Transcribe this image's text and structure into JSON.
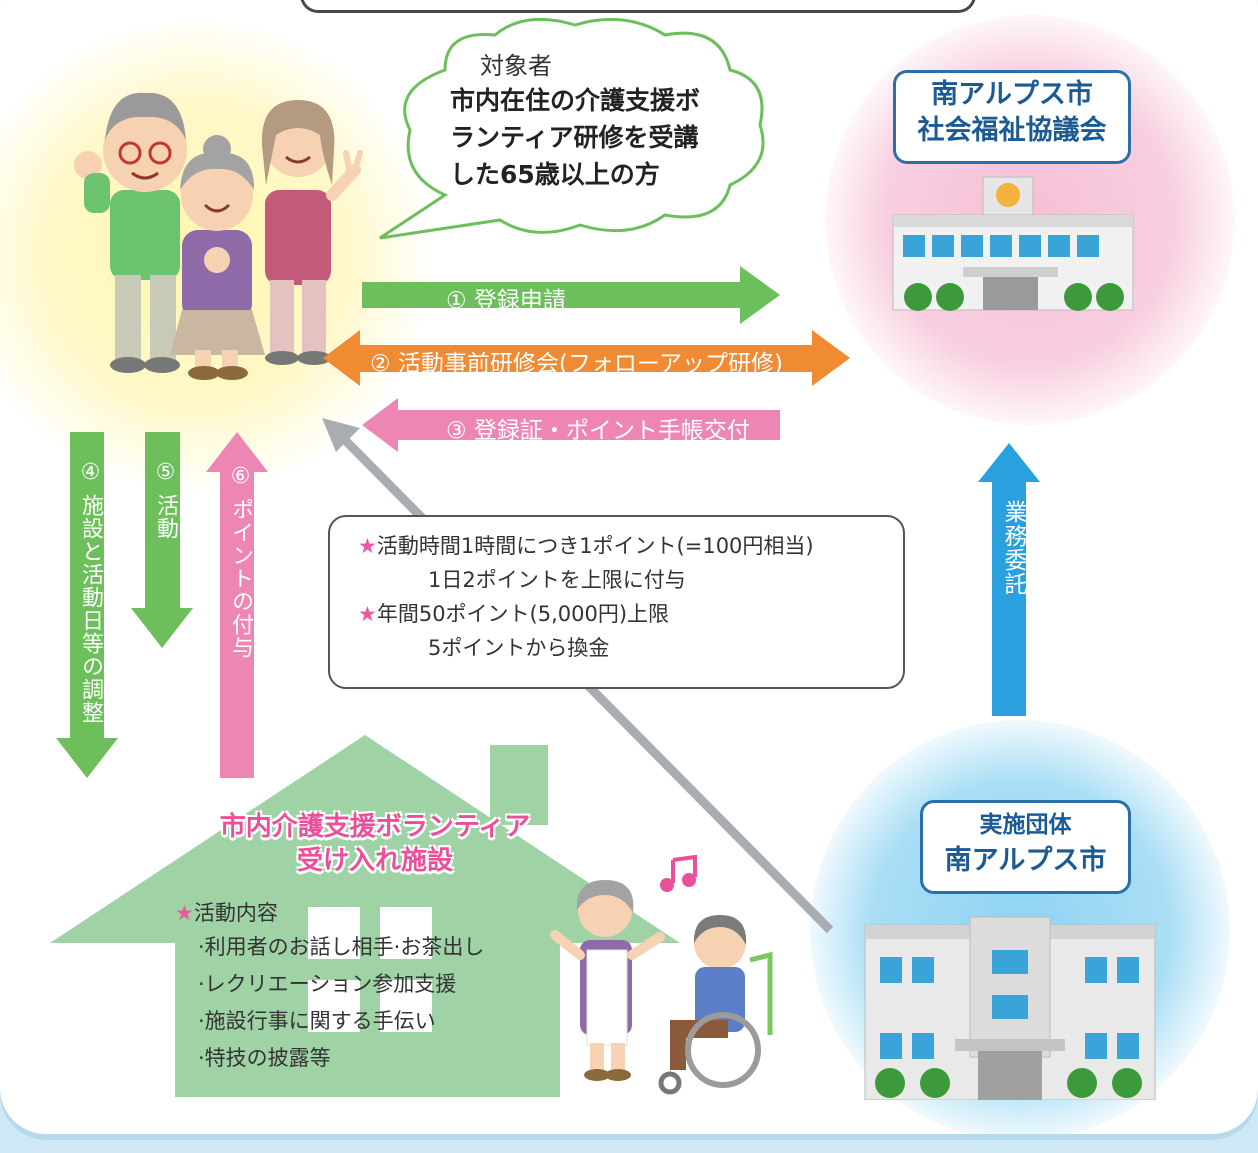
{
  "target": {
    "heading": "対象者",
    "lines": [
      "市内在住の介護支援ボ",
      "ランティア研修を受講",
      "した65歳以上の方"
    ]
  },
  "council": {
    "line1": "南アルプス市",
    "line2": "社会福祉協議会"
  },
  "implementer": {
    "line1": "実施団体",
    "line2": "南アルプス市"
  },
  "flows": {
    "step1": "① 登録申請",
    "step2": "② 活動事前研修会(フォローアップ研修)",
    "step3": "③ 登録証・ポイント手帳交付",
    "step4": "④ 施設と活動日等の調整",
    "step5": "⑤ 活動",
    "step6": "⑥ ポイントの付与",
    "commission": "業務委託"
  },
  "points_info": {
    "star1": "★",
    "line1": "活動時間1時間につき1ポイント(=100円相当)",
    "line2": "1日2ポイントを上限に付与",
    "star2": "★",
    "line3": "年間50ポイント(5,000円)上限",
    "line4": "5ポイントから換金"
  },
  "facility": {
    "title1": "市内介護支援ボランティア",
    "title2": "受け入れ施設",
    "activity_star": "★",
    "activity_heading": "活動内容",
    "activities": [
      "·利用者のお話し相手·お茶出し",
      "·レクリエーション参加支援",
      "·施設行事に関する手伝い",
      "·特技の披露等"
    ]
  },
  "icons": [
    "people-group-illustration",
    "building-icon",
    "city-hall-icon",
    "house-icon",
    "wheelchair-care-illustration",
    "music-note-icon"
  ],
  "colors": {
    "green_arrow": "#6cbf5a",
    "orange_arrow": "#f08a33",
    "pink_arrow": "#ee86b3",
    "blue_arrow": "#2aa1de",
    "gray_arrow": "#a9acb0",
    "house": "#9fd3a6",
    "org_border": "#2a6fa8",
    "title_pink": "#ec4f9a"
  }
}
